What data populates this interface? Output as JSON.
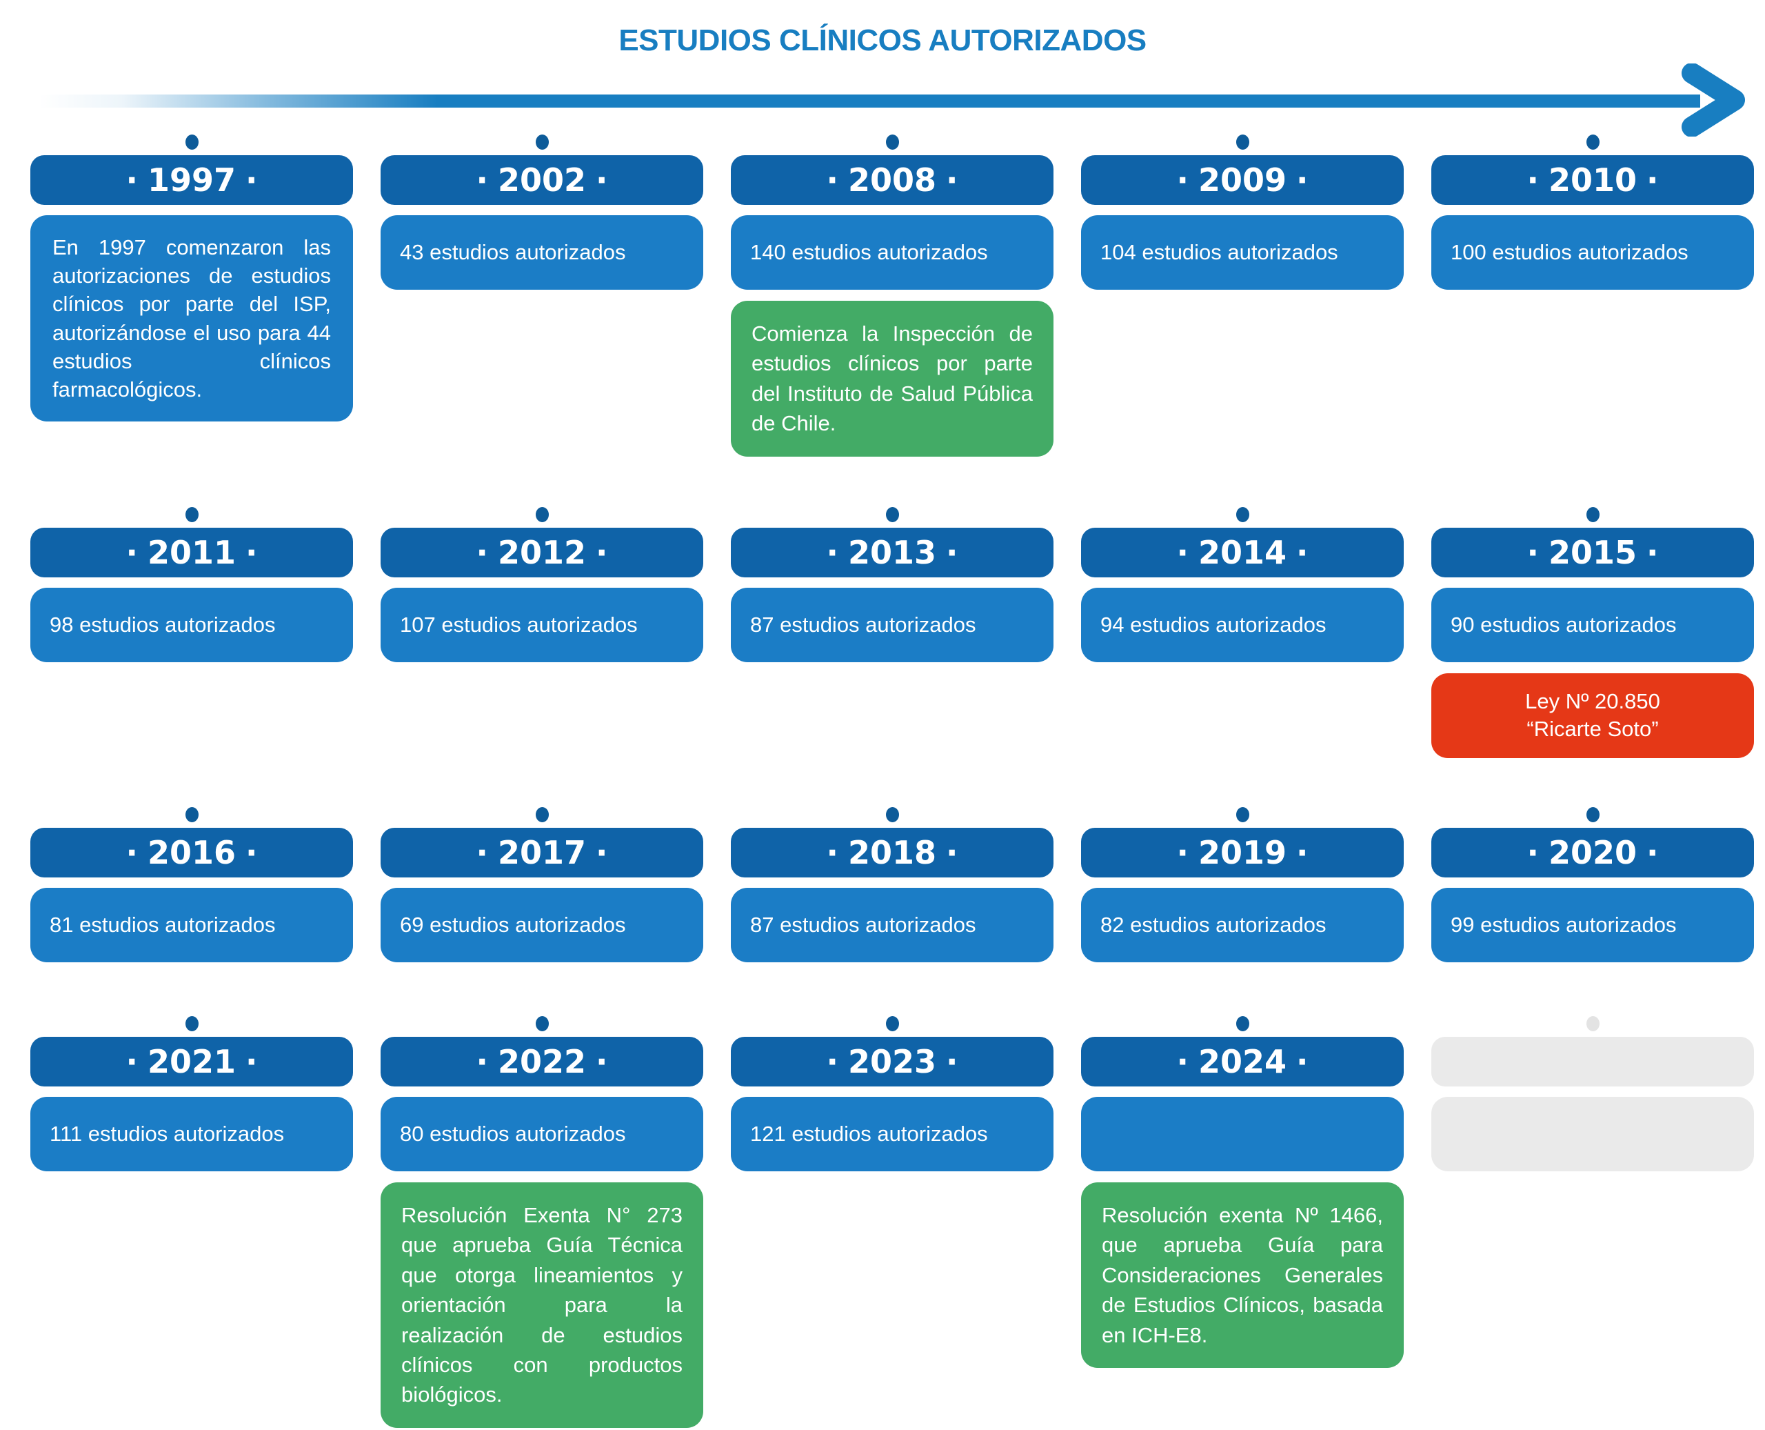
{
  "title": "ESTUDIOS CLÍNICOS AUTORIZADOS",
  "decor": {
    "year_dot": "·"
  },
  "colors": {
    "title_blue": "#187ec1",
    "arrow_blue": "#187ec1",
    "header_blue": "#0f63a8",
    "body_blue": "#1b7dc6",
    "note_green": "#43ab66",
    "law_red": "#e53817",
    "dot_blue": "#0d5b99",
    "placeholder_gray": "#eaeaea"
  },
  "rows": [
    {
      "cells": [
        {
          "year": "1997",
          "body_text": "En 1997 comenzaron las autorizaciones de estudios clínicos por parte del ISP, autorizándose el uso para 44 estudios clínicos farmacológicos."
        },
        {
          "year": "2002",
          "count": "43 estudios autorizados"
        },
        {
          "year": "2008",
          "count": "140 estudios autorizados",
          "note": "Comienza la Inspección de estudios clínicos por parte del Instituto de Salud Pública de Chile."
        },
        {
          "year": "2009",
          "count": "104 estudios autorizados"
        },
        {
          "year": "2010",
          "count": "100 estudios autorizados"
        }
      ]
    },
    {
      "cells": [
        {
          "year": "2011",
          "count": "98 estudios autorizados"
        },
        {
          "year": "2012",
          "count": "107 estudios autorizados"
        },
        {
          "year": "2013",
          "count": "87 estudios autorizados"
        },
        {
          "year": "2014",
          "count": "94 estudios autorizados"
        },
        {
          "year": "2015",
          "count": "90 estudios autorizados",
          "law_line1": "Ley Nº 20.850",
          "law_line2": "“Ricarte Soto”"
        }
      ]
    },
    {
      "cells": [
        {
          "year": "2016",
          "count": "81 estudios autorizados"
        },
        {
          "year": "2017",
          "count": "69 estudios autorizados"
        },
        {
          "year": "2018",
          "count": "87 estudios autorizados"
        },
        {
          "year": "2019",
          "count": "82 estudios autorizados"
        },
        {
          "year": "2020",
          "count": "99 estudios autorizados"
        }
      ]
    },
    {
      "cells": [
        {
          "year": "2021",
          "count": "111 estudios autorizados"
        },
        {
          "year": "2022",
          "count": "80 estudios autorizados",
          "note": "Resolución Exenta N° 273 que aprueba Guía Técnica que otorga lineamientos y orientación para la realización de estudios clínicos con productos biológicos."
        },
        {
          "year": "2023",
          "count": "121 estudios autorizados"
        },
        {
          "year": "2024",
          "count": "",
          "note": "Resolución exenta Nº 1466, que aprueba Guía para Consideraciones Generales de Estudios Clínicos, basada en ICH-E8."
        },
        {
          "placeholder": true
        }
      ]
    }
  ]
}
